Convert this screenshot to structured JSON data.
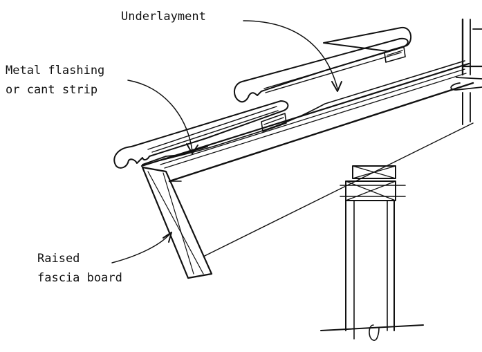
{
  "labels": {
    "underlayment": "Underlayment",
    "metal_flashing_line1": "Metal flashing",
    "metal_flashing_line2": "or cant strip",
    "raised_fascia_line1": "Raised",
    "raised_fascia_line2": "fascia board"
  },
  "colors": {
    "ink": "#111111",
    "background": "#ffffff",
    "speckle": "#444444"
  }
}
